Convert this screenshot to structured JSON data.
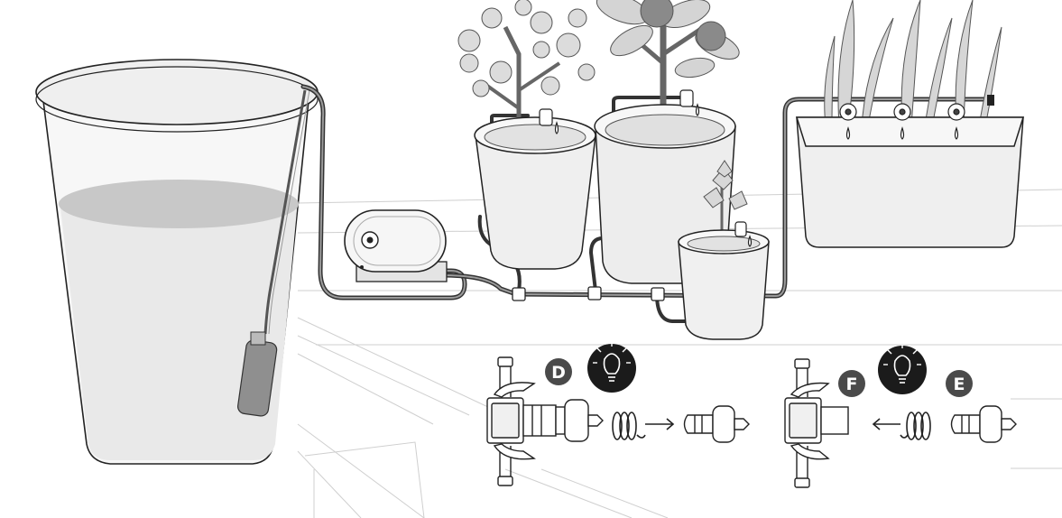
{
  "labels": {
    "step_d": "D",
    "step_e": "E",
    "step_f": "F"
  },
  "icons": {
    "tip": "lightbulb-icon",
    "rotate": "rotate-arrow-icon"
  },
  "colors": {
    "line": "#222222",
    "badge": "#4a4a4a",
    "tip_bg": "#1b1b1b",
    "water": "#cfcfcf",
    "foliage": "#d6d6d6",
    "pot": "#eeeeee"
  }
}
